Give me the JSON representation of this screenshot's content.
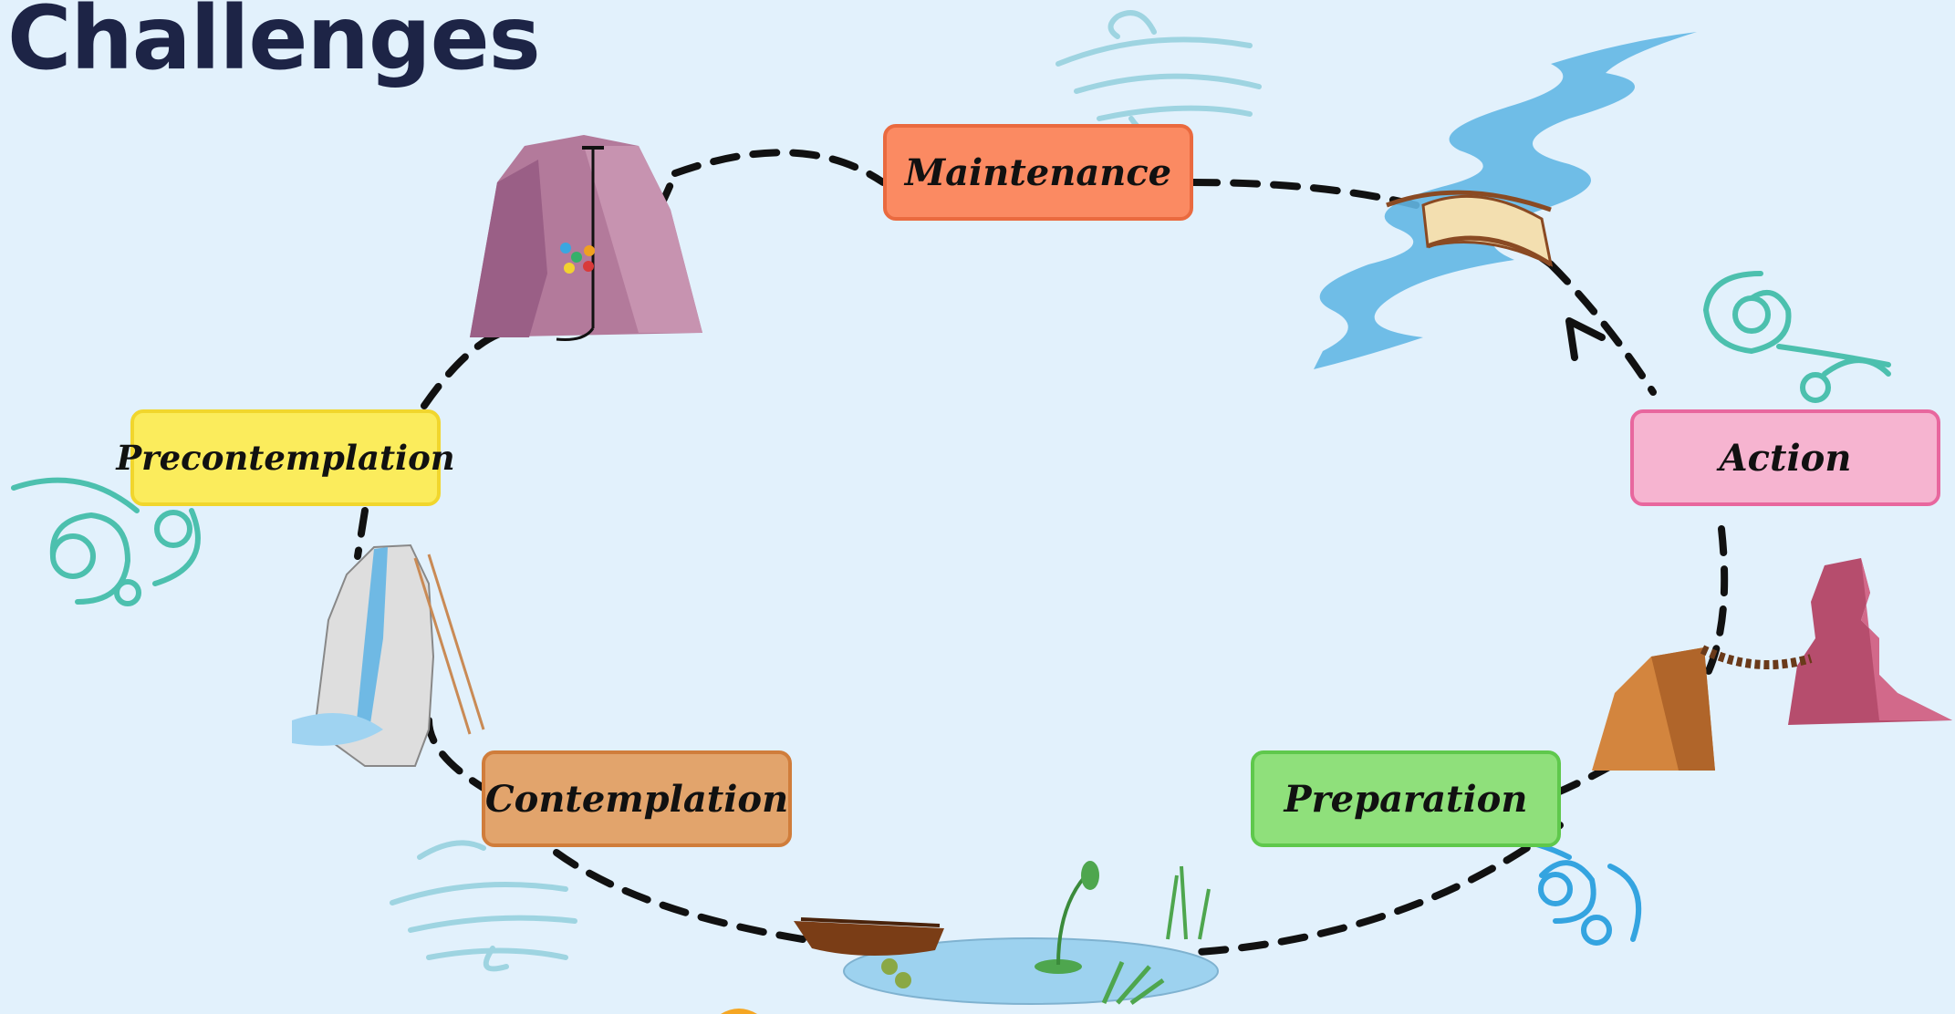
{
  "title": "Challenges",
  "stages": {
    "maintenance": "Maintenance",
    "action": "Action",
    "preparation": "Preparation",
    "contemplation": "Contemplation",
    "precontemplation": "Precontemplation"
  },
  "colors": {
    "background": "#e2f1fc",
    "title": "#1d2446",
    "maintenance": "#fb8a62",
    "action": "#f6b4d0",
    "preparation": "#8fe07b",
    "contemplation": "#e2a46c",
    "precontemplation": "#fbec5c"
  },
  "illustrations": [
    "climbing-rock-icon",
    "river-bridge-icon",
    "rope-bridge-cliffs-icon",
    "pond-boat-icon",
    "waterfall-ladder-icon",
    "wind-swirl-icon"
  ]
}
